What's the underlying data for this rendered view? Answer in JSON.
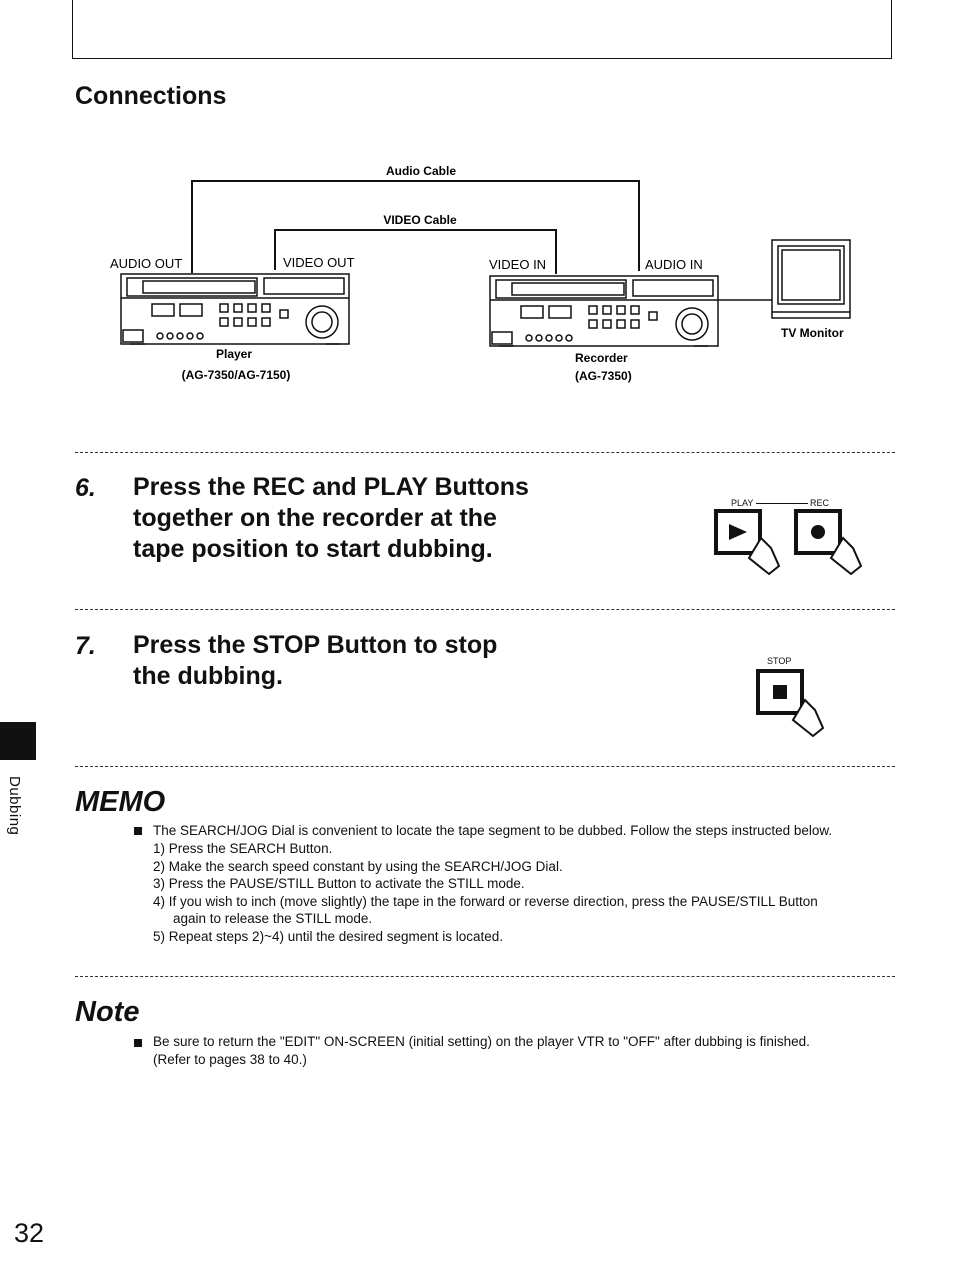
{
  "header": {
    "section_title": "Connections"
  },
  "diagram": {
    "audio_cable": "Audio Cable",
    "video_cable": "VIDEO Cable",
    "audio_out": "AUDIO OUT",
    "video_out": "VIDEO OUT",
    "video_in": "VIDEO IN",
    "audio_in": "AUDIO IN",
    "player_label": "Player",
    "player_model": "(AG-7350/AG-7150)",
    "recorder_label": "Recorder",
    "recorder_model": "(AG-7350)",
    "tv_label": "TV Monitor"
  },
  "steps": [
    {
      "number": "6.",
      "lines": [
        "Press the REC and PLAY Buttons",
        "together on the recorder at the",
        "tape position to start dubbing."
      ],
      "buttons_label_left": "PLAY",
      "buttons_label_right": "REC"
    },
    {
      "number": "7.",
      "lines": [
        "Press the STOP Button to stop",
        "the dubbing."
      ],
      "buttons_label": "STOP"
    }
  ],
  "memo": {
    "title": "MEMO",
    "intro": "The SEARCH/JOG Dial is convenient to locate the tape segment to be dubbed. Follow the steps instructed below.",
    "items": [
      "1)  Press the SEARCH Button.",
      "2)  Make the search speed constant by using the SEARCH/JOG Dial.",
      "3)  Press the PAUSE/STILL Button to activate the STILL mode.",
      "4)  If you wish to inch (move slightly) the tape in the forward or reverse direction, press the PAUSE/STILL Button",
      "again to release the STILL mode.",
      "5)  Repeat steps 2)~4) until the desired segment is located."
    ]
  },
  "note": {
    "title": "Note",
    "line1": "Be sure to return the \"EDIT\" ON-SCREEN (initial setting) on the player VTR to \"OFF\" after dubbing is finished.",
    "line2": "(Refer to pages 38 to 40.)"
  },
  "side_tab": {
    "label": "Dubbing"
  },
  "page_number": "32"
}
